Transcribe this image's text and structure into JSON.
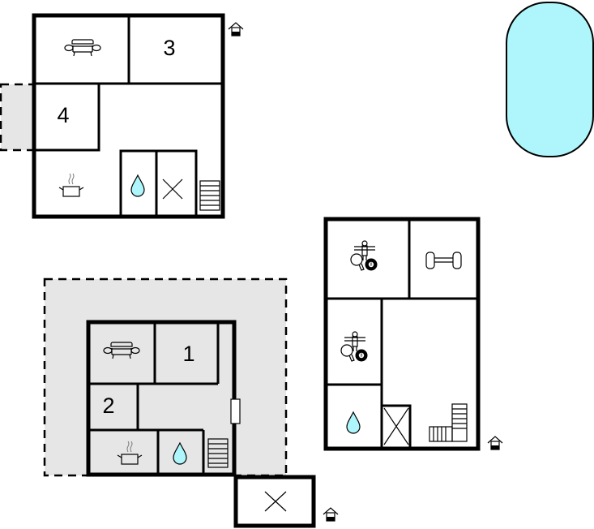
{
  "plan": {
    "colors": {
      "wall": "#000000",
      "terrace": "#e6e6e6",
      "water": "#aef6fb"
    },
    "house_top_left": {
      "rooms": [
        {
          "label": "3"
        },
        {
          "label": "4"
        }
      ],
      "icons": [
        "sofa-icon",
        "cooking-pot-icon",
        "water-drop-icon",
        "toilet-x-icon",
        "stairs-icon",
        "entrance-icon"
      ]
    },
    "house_bottom_left": {
      "rooms": [
        {
          "label": "1"
        },
        {
          "label": "2"
        }
      ],
      "icons": [
        "sofa-icon",
        "cooking-pot-icon",
        "water-drop-icon",
        "stairs-icon",
        "toilet-x-icon",
        "entrance-icon",
        "window-icon"
      ]
    },
    "house_right": {
      "icons": [
        "games-room-icon",
        "fitness-dumbbell-icon",
        "games-room-icon",
        "water-drop-icon",
        "toilet-x-icon",
        "stairs-icon",
        "entrance-icon"
      ]
    },
    "pool": {
      "icon": "swimming-pool"
    }
  }
}
